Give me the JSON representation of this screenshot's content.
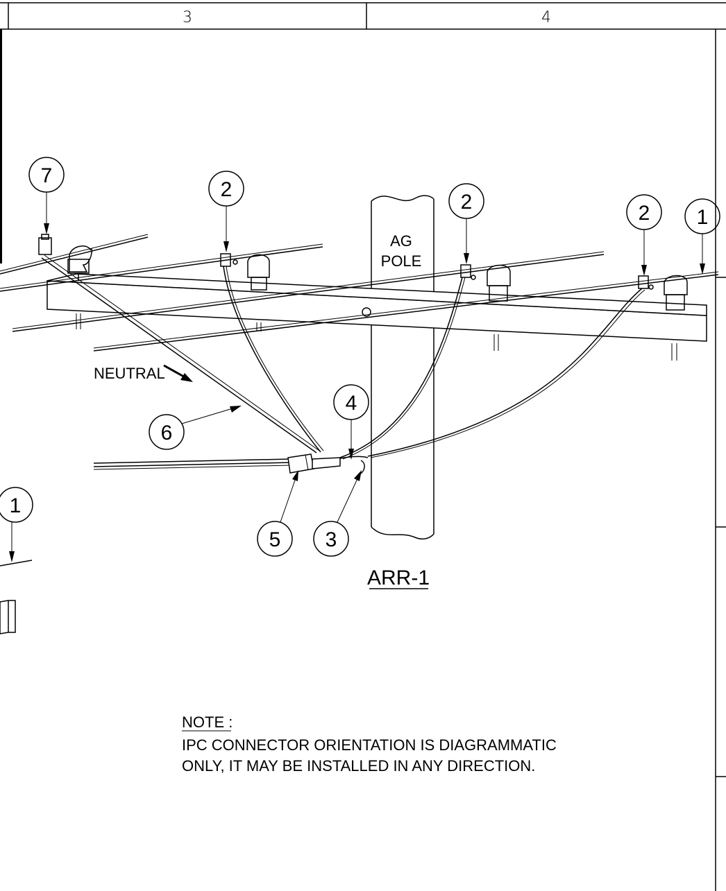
{
  "frame": {
    "zones": [
      "3",
      "4"
    ]
  },
  "pole_label": [
    "AG",
    "POLE"
  ],
  "neutral_label": "NEUTRAL",
  "callouts": [
    "7",
    "2",
    "2",
    "2",
    "1",
    "4",
    "6",
    "5",
    "3",
    "1"
  ],
  "drawing_title": "ARR-1",
  "note": {
    "heading": "NOTE :",
    "lines": [
      "IPC CONNECTOR ORIENTATION IS DIAGRAMMATIC",
      "ONLY, IT MAY BE INSTALLED IN ANY DIRECTION."
    ]
  },
  "colors": {
    "ink": "#000000",
    "paper": "#ffffff"
  }
}
